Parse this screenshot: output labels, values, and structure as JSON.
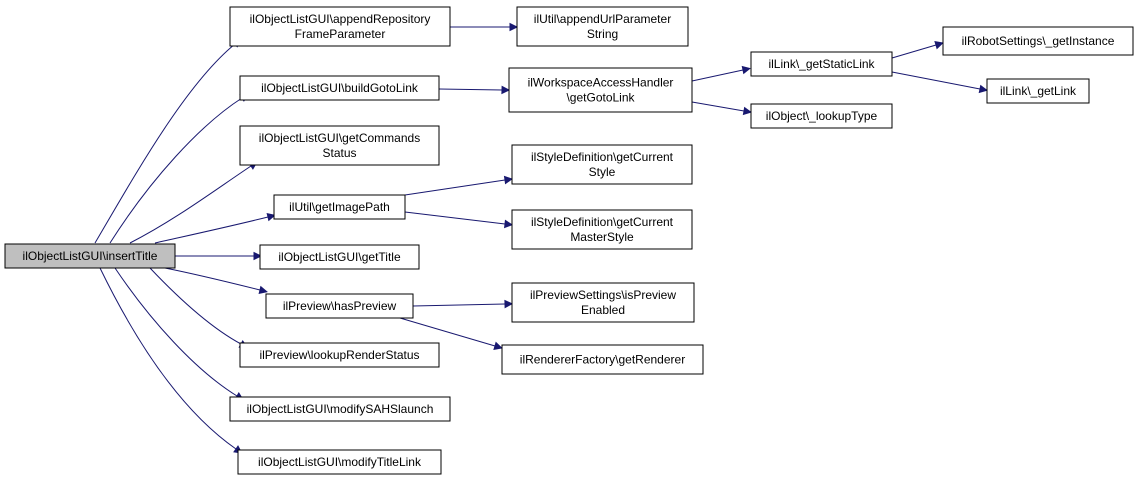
{
  "colors": {
    "edge": "#191970",
    "root_fill": "#bfbfbf",
    "node_fill": "#ffffff",
    "border": "#000000"
  },
  "nodes": {
    "insert_title": [
      "ilObjectListGUI\\insertTitle"
    ],
    "append_repo_frame": [
      "ilObjectListGUI\\appendRepository",
      "FrameParameter"
    ],
    "build_goto_link": [
      "ilObjectListGUI\\buildGotoLink"
    ],
    "get_commands_status": [
      "ilObjectListGUI\\getCommands",
      "Status"
    ],
    "get_image_path": [
      "ilUtil\\getImagePath"
    ],
    "get_title": [
      "ilObjectListGUI\\getTitle"
    ],
    "has_preview": [
      "ilPreview\\hasPreview"
    ],
    "lookup_render_status": [
      "ilPreview\\lookupRenderStatus"
    ],
    "modify_sahs_launch": [
      "ilObjectListGUI\\modifySAHSlaunch"
    ],
    "modify_title_link": [
      "ilObjectListGUI\\modifyTitleLink"
    ],
    "append_url_param": [
      "ilUtil\\appendUrlParameter",
      "String"
    ],
    "ws_get_goto_link": [
      "ilWorkspaceAccessHandler",
      "\\getGotoLink"
    ],
    "get_current_style": [
      "ilStyleDefinition\\getCurrent",
      "Style"
    ],
    "get_current_master_style": [
      "ilStyleDefinition\\getCurrent",
      "MasterStyle"
    ],
    "is_preview_enabled": [
      "ilPreviewSettings\\isPreview",
      "Enabled"
    ],
    "get_renderer": [
      "ilRendererFactory\\getRenderer"
    ],
    "get_static_link": [
      "ilLink\\_getStaticLink"
    ],
    "lookup_type": [
      "ilObject\\_lookupType"
    ],
    "robot_get_instance": [
      "ilRobotSettings\\_getInstance"
    ],
    "get_link": [
      "ilLink\\_getLink"
    ]
  },
  "edges": [
    [
      "insert_title",
      "append_repo_frame"
    ],
    [
      "insert_title",
      "build_goto_link"
    ],
    [
      "insert_title",
      "get_commands_status"
    ],
    [
      "insert_title",
      "get_image_path"
    ],
    [
      "insert_title",
      "get_title"
    ],
    [
      "insert_title",
      "has_preview"
    ],
    [
      "insert_title",
      "lookup_render_status"
    ],
    [
      "insert_title",
      "modify_sahs_launch"
    ],
    [
      "insert_title",
      "modify_title_link"
    ],
    [
      "append_repo_frame",
      "append_url_param"
    ],
    [
      "build_goto_link",
      "ws_get_goto_link"
    ],
    [
      "ws_get_goto_link",
      "get_static_link"
    ],
    [
      "ws_get_goto_link",
      "lookup_type"
    ],
    [
      "get_static_link",
      "robot_get_instance"
    ],
    [
      "get_static_link",
      "get_link"
    ],
    [
      "get_image_path",
      "get_current_style"
    ],
    [
      "get_image_path",
      "get_current_master_style"
    ],
    [
      "has_preview",
      "is_preview_enabled"
    ],
    [
      "has_preview",
      "get_renderer"
    ]
  ]
}
